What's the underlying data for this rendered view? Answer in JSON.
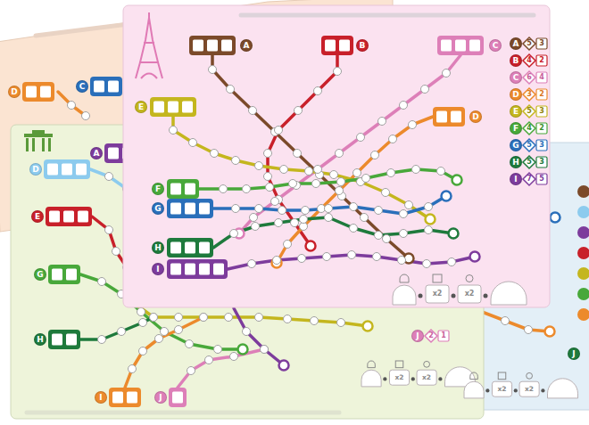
{
  "diagram": {
    "nodes": [
      {
        "text": [
          "D"
        ]
      },
      {
        "text": [
          "C"
        ]
      },
      {
        "text": [
          "A"
        ]
      },
      {
        "text": [
          "B"
        ]
      },
      {
        "text": [
          "C"
        ]
      },
      {
        "text": [
          "E"
        ]
      },
      {
        "text": [
          "D"
        ]
      },
      {
        "text": [
          "F"
        ]
      },
      {
        "text": [
          "G"
        ]
      },
      {
        "text": [
          "H"
        ]
      },
      {
        "text": [
          "I"
        ]
      },
      {
        "text": [
          "A"
        ]
      },
      {
        "text": [
          "B"
        ]
      },
      {
        "text": [
          "C"
        ]
      },
      {
        "text": [
          "D"
        ]
      },
      {
        "text": [
          "E"
        ]
      },
      {
        "text": [
          "F"
        ]
      },
      {
        "text": [
          "G"
        ]
      },
      {
        "text": [
          "H"
        ]
      },
      {
        "text": [
          "I"
        ]
      },
      {
        "text": [
          "A"
        ]
      },
      {
        "text": [
          "D"
        ]
      },
      {
        "text": [
          "E"
        ]
      },
      {
        "text": [
          "G"
        ]
      },
      {
        "text": [
          "H"
        ]
      },
      {
        "text": [
          "I"
        ]
      },
      {
        "text": [
          "J"
        ]
      },
      {
        "text": [
          "J"
        ]
      },
      {
        "text": [
          "J"
        ]
      }
    ],
    "labels": [
      "5",
      "3",
      "4",
      "2",
      "6",
      "4",
      "3",
      "2",
      "5",
      "3",
      "4",
      "2",
      "5",
      "3",
      "5",
      "3",
      "7",
      "5",
      "x2",
      "x2",
      "2",
      "1",
      "x2",
      "x2",
      "x2",
      "x2"
    ]
  }
}
